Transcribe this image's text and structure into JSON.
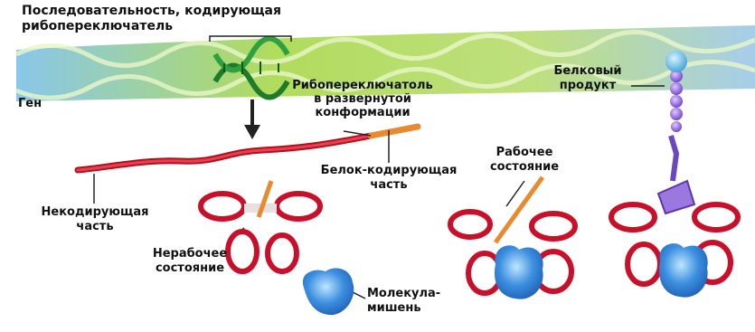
{
  "labels": {
    "sequence_title_1": "Последовательность, кодирующая",
    "sequence_title_2": "рибопереключатель",
    "gene": "Ген",
    "unfolded_1": "Рибопереключатоль",
    "unfolded_2": "в развернутой",
    "unfolded_3": "конформации",
    "protein_coding_1": "Белок-кодирующая",
    "protein_coding_2": "часть",
    "noncoding_1": "Некодирующая",
    "noncoding_2": "часть",
    "inactive_1": "Нерабочее",
    "inactive_2": "состояние",
    "active_1": "Рабочее",
    "active_2": "состояние",
    "protein_product_1": "Белковый",
    "protein_product_2": "продукт",
    "target_1": "Молекула-",
    "target_2": "мишень"
  },
  "colors": {
    "dna_band": "#a8d84a",
    "dna_band_edge": "#8fbfe0",
    "dna_highlight": "#2f8f3a",
    "rna": "#d8202e",
    "coding_part": "#f0a040",
    "target_molecule": "#2a7fd8",
    "protein": "#7a4fd0",
    "protein_head": "#6ec0e8"
  }
}
